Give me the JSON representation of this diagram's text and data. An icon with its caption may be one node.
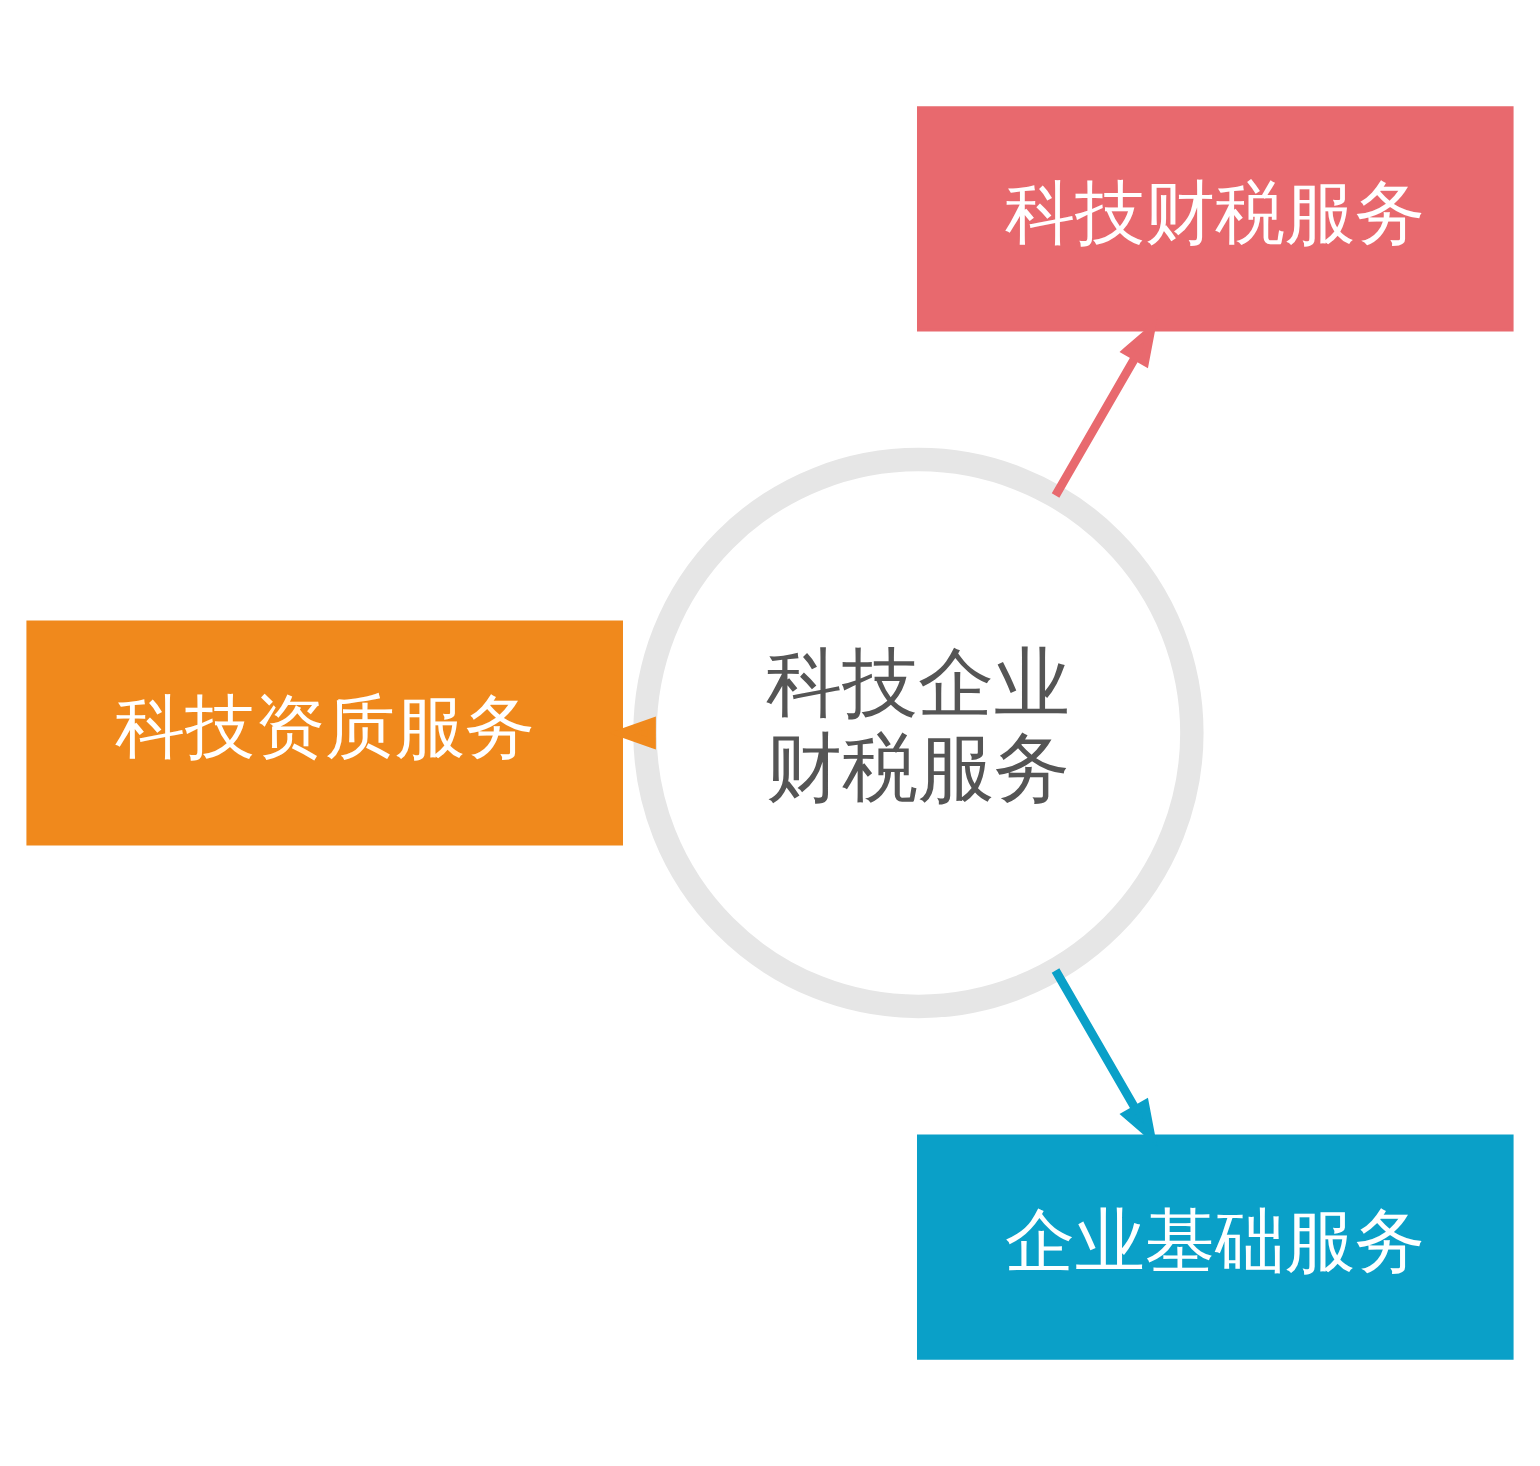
{
  "diagram": {
    "nodes": [
      {
        "text": [
          "科技企业财税服务"
        ]
      },
      {
        "text": [
          "科技财税服务"
        ]
      },
      {
        "text": [
          "科技资质服务"
        ]
      },
      {
        "text": [
          "企业基础服务"
        ]
      }
    ],
    "edges": [
      {
        "from": 0,
        "to": 1,
        "arrow": "to",
        "color": "#e8696e"
      },
      {
        "from": 0,
        "to": 2,
        "arrow": "to",
        "color": "#f0891c"
      },
      {
        "from": 0,
        "to": 3,
        "arrow": "to",
        "color": "#0aa0c8"
      }
    ]
  }
}
